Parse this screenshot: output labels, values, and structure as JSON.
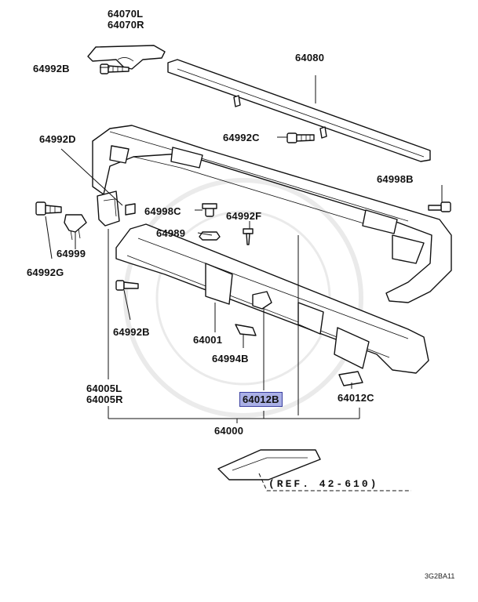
{
  "labels": {
    "l64070": "64070L",
    "r64070": "64070R",
    "p64080": "64080",
    "p64992B_top": "64992B",
    "p64992D": "64992D",
    "p64992C": "64992C",
    "p64998B": "64998B",
    "p64998C": "64998C",
    "p64992F": "64992F",
    "p64989": "64989",
    "p64999": "64999",
    "p64992G": "64992G",
    "p64992B_mid": "64992B",
    "p64001": "64001",
    "p64994B": "64994B",
    "p64005L": "64005L",
    "p64005R": "64005R",
    "p64012B": "64012B",
    "p64012C": "64012C",
    "p64000": "64000"
  },
  "ref_text": "(REF. 42-610)",
  "diagram_code": "3G2BA11",
  "colors": {
    "highlight": "#aab0e6",
    "ink": "#111111"
  }
}
